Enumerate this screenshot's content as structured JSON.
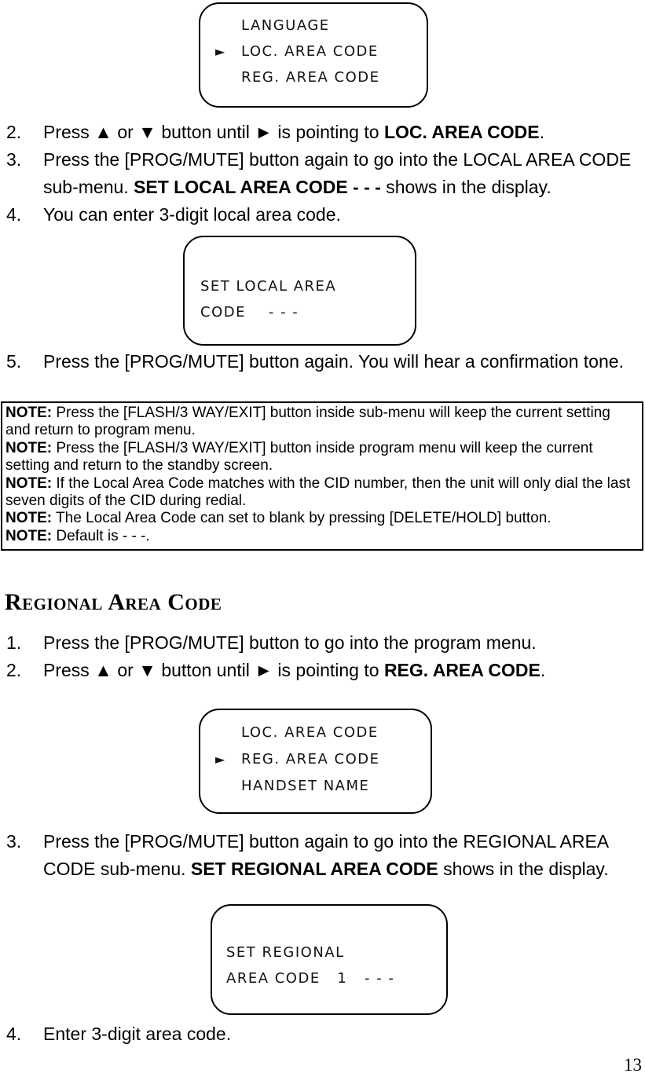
{
  "lcd": {
    "menu1": {
      "lines": [
        {
          "arrow": "",
          "label": "LANGUAGE"
        },
        {
          "arrow": "►",
          "label": "LOC. AREA CODE"
        },
        {
          "arrow": "",
          "label": "REG. AREA CODE"
        }
      ]
    },
    "set_local": {
      "lines": [
        "SET LOCAL AREA",
        "CODE    - - -"
      ]
    },
    "menu2": {
      "lines": [
        {
          "arrow": "",
          "label": "LOC. AREA CODE"
        },
        {
          "arrow": "►",
          "label": "REG. AREA CODE"
        },
        {
          "arrow": "",
          "label": "HANDSET NAME"
        }
      ]
    },
    "set_regional": {
      "lines": [
        "SET REGIONAL",
        "AREA CODE   1   - - -"
      ]
    }
  },
  "local": {
    "steps": [
      {
        "num": "2.",
        "pre": "Press ▲ or ▼ button until ► is pointing to ",
        "bold": "LOC. AREA CODE",
        "post": "."
      },
      {
        "num": "3.",
        "pre": "Press the [PROG/MUTE] button again to go into the LOCAL AREA CODE sub-menu. ",
        "bold": "SET LOCAL AREA CODE - - -",
        "post": " shows in the display."
      },
      {
        "num": "4.",
        "pre": "You can enter 3-digit local area code.",
        "bold": "",
        "post": ""
      },
      {
        "num": "5.",
        "pre": "Press the [PROG/MUTE] button again. You will hear a confirmation tone.",
        "bold": "",
        "post": ""
      }
    ]
  },
  "notes": [
    {
      "label": "NOTE:",
      "text": " Press the [FLASH/3 WAY/EXIT] button inside sub-menu will keep the current setting and return to program menu."
    },
    {
      "label": "NOTE:",
      "text": " Press the [FLASH/3 WAY/EXIT] button inside program menu will keep the current setting and return to the standby screen."
    },
    {
      "label": "NOTE:",
      "text": " If the Local Area Code matches with the CID number, then the unit will only dial the last seven digits of the CID during redial."
    },
    {
      "label": "NOTE:",
      "text": " The Local Area Code can set to blank by pressing [DELETE/HOLD] button."
    },
    {
      "label": "NOTE:",
      "text": " Default is - - -."
    }
  ],
  "regional": {
    "heading": "Regional Area Code",
    "steps": [
      {
        "num": "1.",
        "pre": "Press the [PROG/MUTE] button to go into the program menu.",
        "bold": "",
        "post": ""
      },
      {
        "num": "2.",
        "pre": "Press ▲ or ▼ button until ► is pointing to ",
        "bold": "REG. AREA CODE",
        "post": "."
      },
      {
        "num": "3.",
        "pre": "Press the [PROG/MUTE] button again to go into the REGIONAL AREA CODE sub-menu. ",
        "bold": "SET REGIONAL AREA CODE",
        "post": " shows in the display."
      },
      {
        "num": "4.",
        "pre": "Enter 3-digit area code.",
        "bold": "",
        "post": ""
      }
    ]
  },
  "page_number": "13"
}
